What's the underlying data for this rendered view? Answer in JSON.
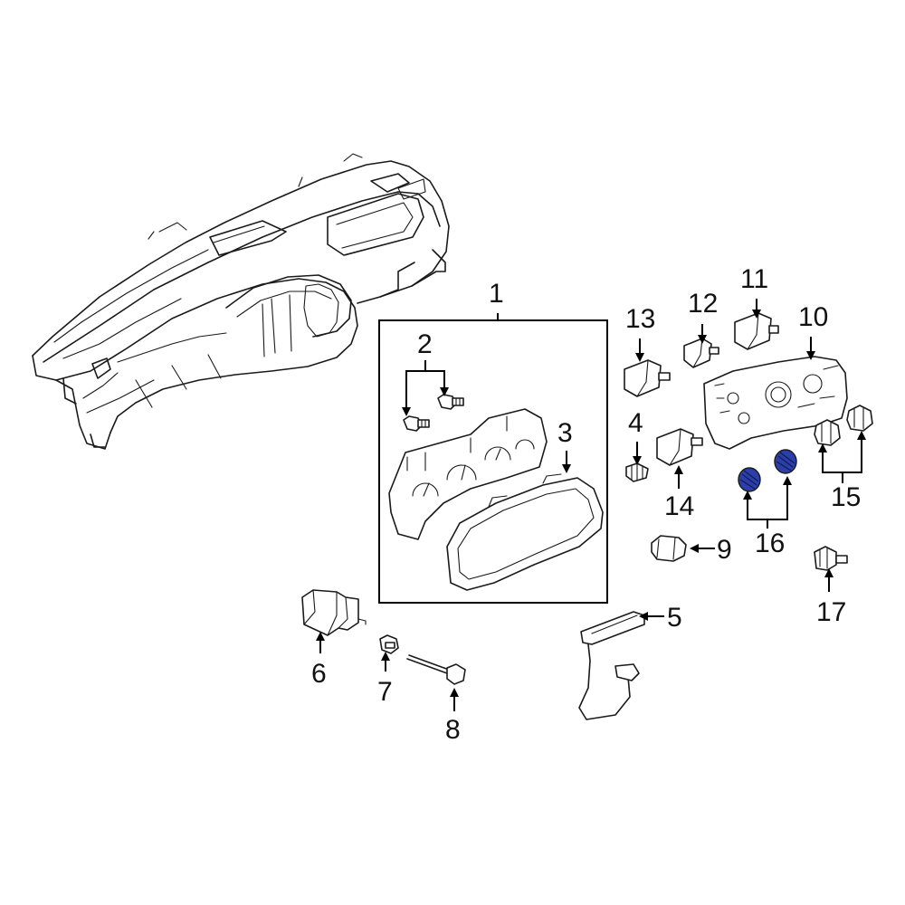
{
  "callouts": {
    "c1": "1",
    "c2": "2",
    "c3": "3",
    "c4": "4",
    "c5": "5",
    "c6": "6",
    "c7": "7",
    "c8": "8",
    "c9": "9",
    "c10": "10",
    "c11": "11",
    "c12": "12",
    "c13": "13",
    "c14": "14",
    "c15": "15",
    "c16": "16",
    "c17": "17"
  },
  "colors": {
    "line": "#1a1a1a",
    "highlight": "#2b3fa6",
    "background": "#ffffff"
  }
}
